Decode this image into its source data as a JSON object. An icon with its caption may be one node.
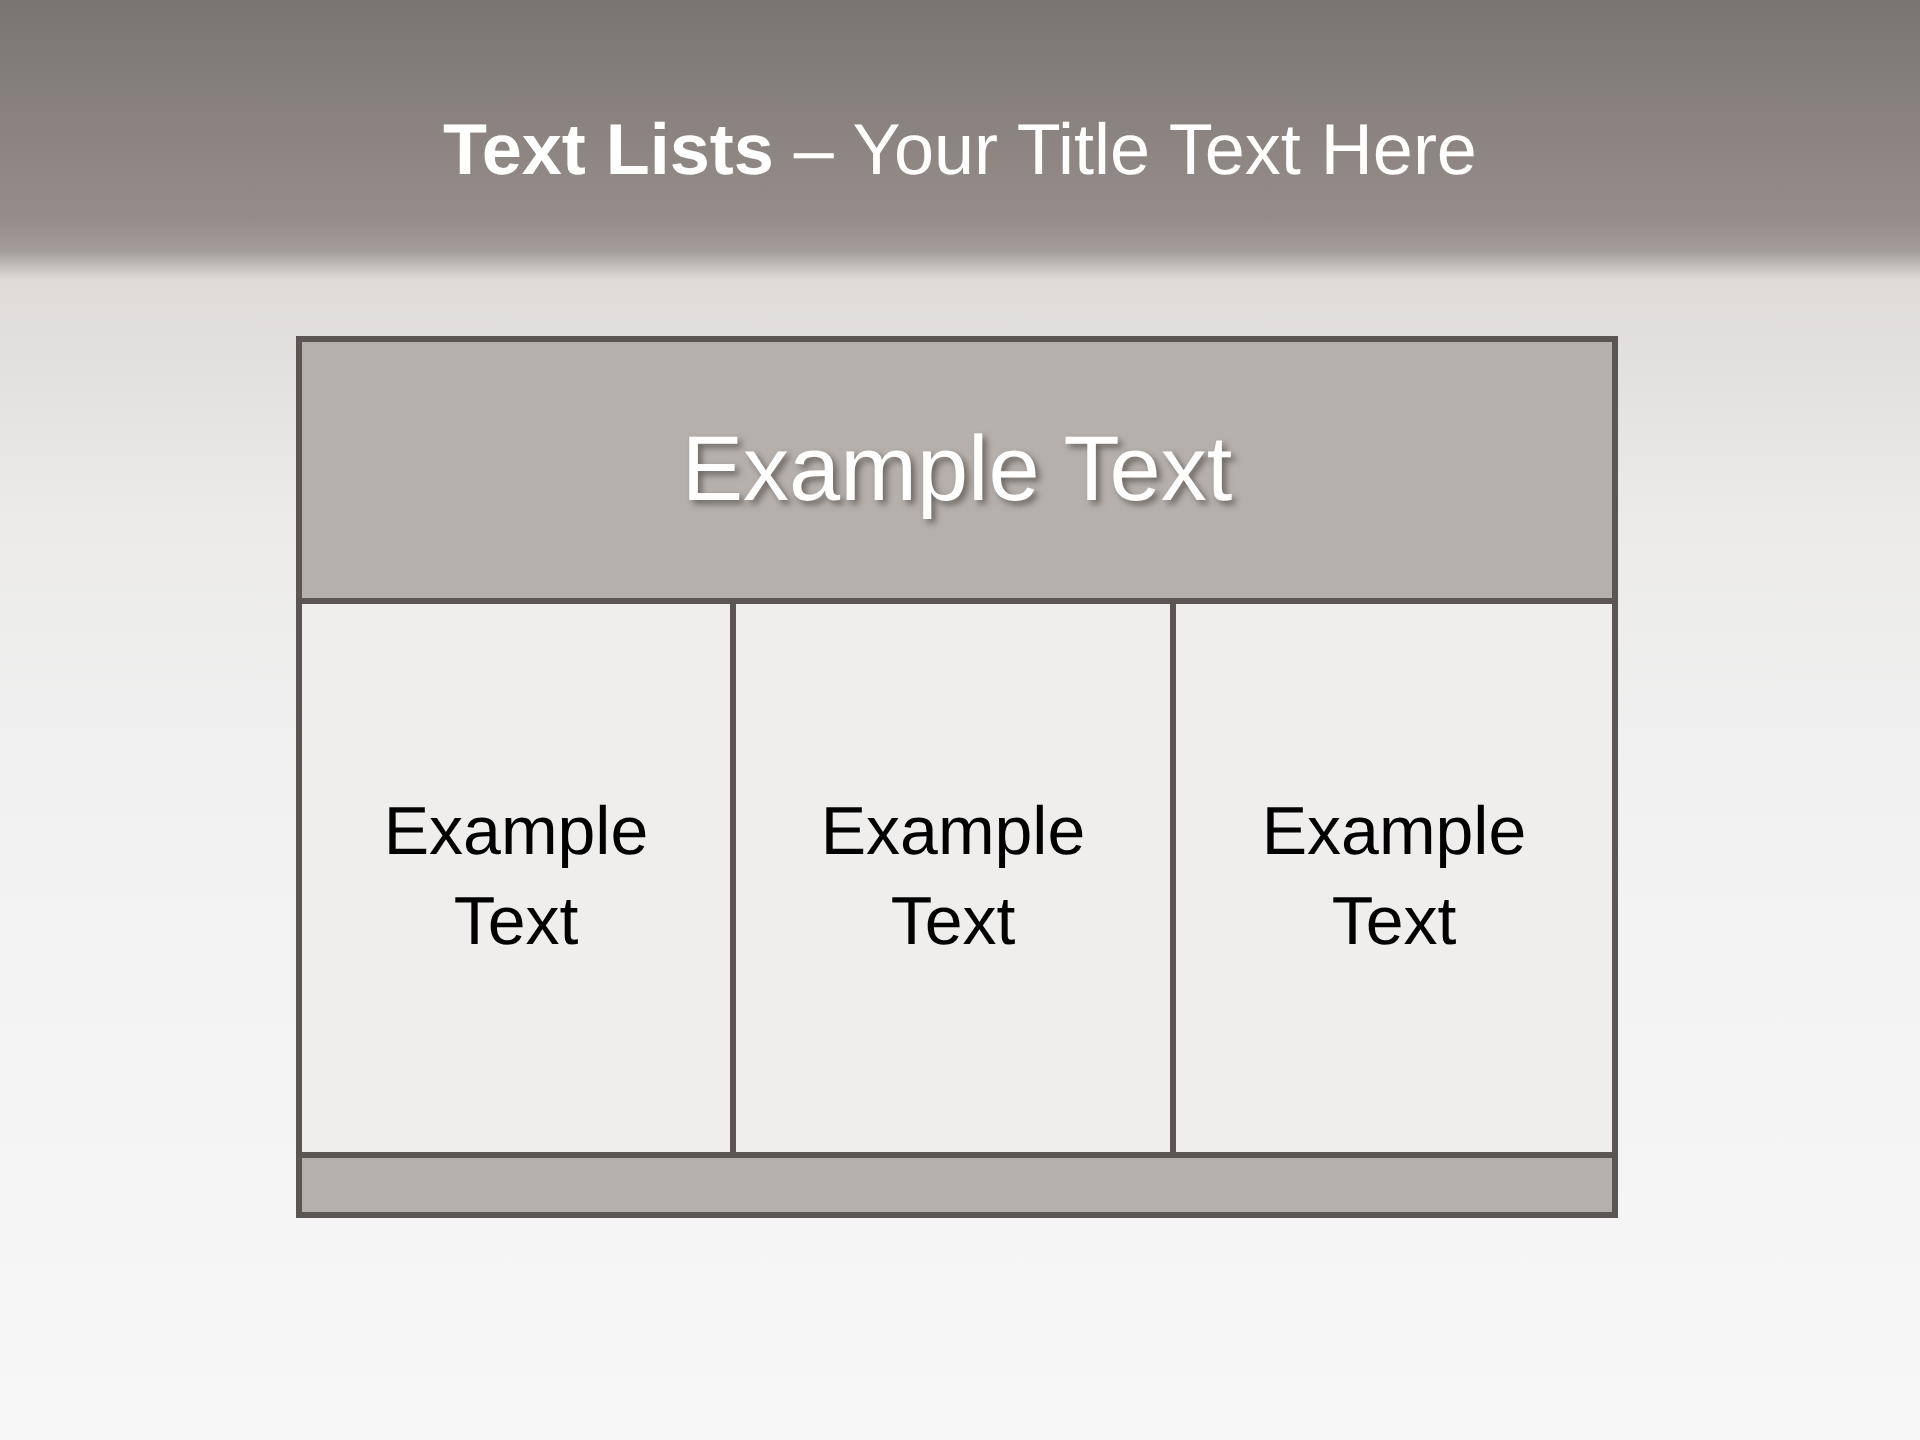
{
  "diagram": {
    "title": "**Text Lists** – Your Title Text Here",
    "nodes": [
      {
        "text": [
          "Example Text"
        ]
      },
      {
        "text": [
          "Example Text"
        ]
      },
      {
        "text": [
          "Example Text"
        ]
      },
      {
        "text": [
          "Example Text"
        ]
      },
      {
        "text": [],
        "shape": "bar"
      }
    ]
  }
}
